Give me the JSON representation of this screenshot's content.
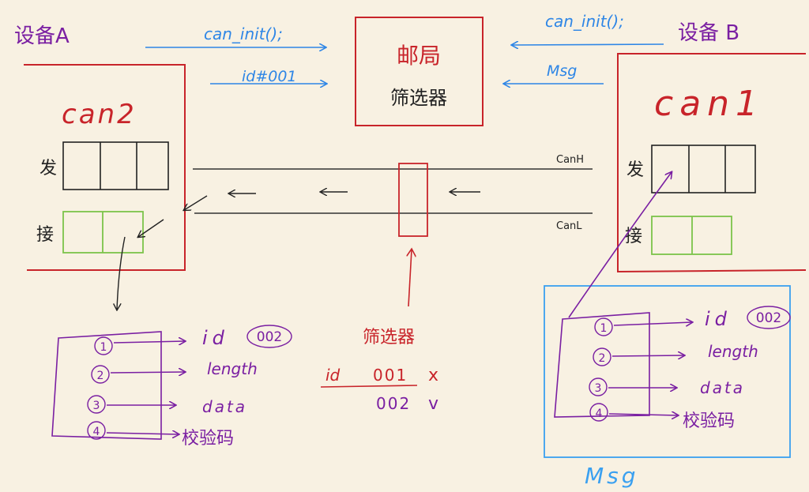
{
  "labels": {
    "device_a": "设备A",
    "device_b": "设备 B",
    "can_a": "can2",
    "can_b": "can1",
    "post_office_line1": "邮局",
    "post_office_line2": "筛选器",
    "can_init_a": "can_init();",
    "id_arrow": "id#001",
    "can_init_b": "can_init();",
    "msg_arrow": "Msg",
    "send_a": "发",
    "recv_a": "接",
    "send_b": "发",
    "recv_b": "接",
    "canh": "CanH",
    "canl": "CanL",
    "filter_label": "筛选器",
    "filter_id": "id",
    "filter_001": "001",
    "filter_x": "x",
    "filter_002": "002",
    "filter_v": "v",
    "msg_title": "Msg"
  },
  "frame_a": {
    "items": [
      {
        "num": "1",
        "field": "id",
        "value": "002"
      },
      {
        "num": "2",
        "field": "length"
      },
      {
        "num": "3",
        "field": "data"
      },
      {
        "num": "4",
        "field": "校验码"
      }
    ]
  },
  "frame_b": {
    "items": [
      {
        "num": "1",
        "field": "id",
        "value": "002"
      },
      {
        "num": "2",
        "field": "length"
      },
      {
        "num": "3",
        "field": "data"
      },
      {
        "num": "4",
        "field": "校验码"
      }
    ]
  },
  "colors": {
    "background": "#f8f1e2",
    "red": "#c8242a",
    "blue": "#2e86e6",
    "purple": "#7a1fa2",
    "green": "#7cc34a",
    "black": "#222222",
    "msg_blue": "#3aa0f0"
  }
}
